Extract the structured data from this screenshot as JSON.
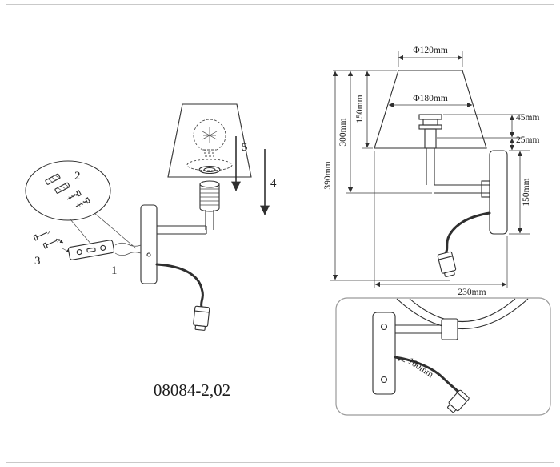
{
  "page": {
    "background": "#ffffff",
    "frame_color": "#c9c9c9",
    "line_color": "#2f2f2f"
  },
  "product": {
    "code": "08084-2,02"
  },
  "assembly": {
    "step1": "1",
    "step2": "2",
    "step3": "3",
    "step4": "4",
    "step5": "5"
  },
  "dimensions": {
    "shade_top_diameter": "Φ120mm",
    "shade_bottom_diameter": "Φ180mm",
    "shade_height": "150mm",
    "shade_to_arm_height": "300mm",
    "overall_height": "390mm",
    "socket_height": "45mm",
    "shade_to_plate_gap": "25mm",
    "backplate_height": "150mm",
    "overall_depth": "230mm",
    "reading_arm_length": "100mm"
  }
}
